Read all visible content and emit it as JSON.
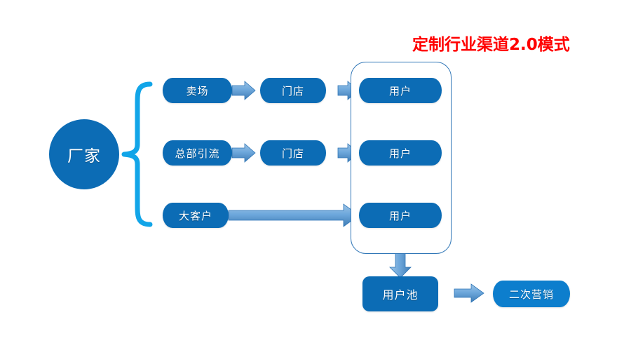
{
  "diagram": {
    "title": "定制行业渠道2.0模式",
    "title_color": "#ff0000",
    "source_node": {
      "label": "厂家",
      "shape": "circle",
      "color": "#0c6cb5"
    },
    "brace": {
      "name": "curly-brace",
      "color": "#12a5e8",
      "branches": 3
    },
    "channels": [
      {
        "origin": "卖场",
        "midpoint": "门店",
        "destination": "用户",
        "has_midpoint": true
      },
      {
        "origin": "总部引流",
        "midpoint": "门店",
        "destination": "用户",
        "has_midpoint": true
      },
      {
        "origin": "大客户",
        "midpoint": "",
        "destination": "用户",
        "has_midpoint": false
      }
    ],
    "pool": {
      "label": "用户池",
      "shape": "rounded-rect",
      "color": "#0c6cb5"
    },
    "remarketing": {
      "label": "二次营销",
      "shape": "cylinder",
      "color": "#0d7ecd"
    },
    "container": {
      "name": "user-group-container",
      "border_color": "#2e75b6",
      "fill": "#ffffff"
    },
    "arrow_color": "#5b9bd5",
    "box_color": "#0c6cb5",
    "background": "#ffffff"
  }
}
